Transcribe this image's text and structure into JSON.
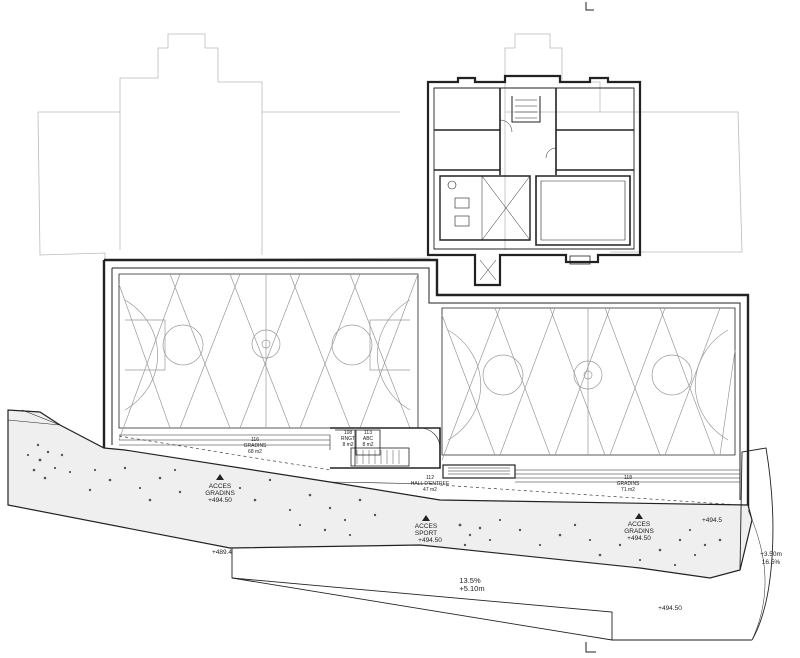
{
  "rooms": {
    "gradins_left": {
      "number": "116",
      "name": "GRADINS",
      "area": "68 m2"
    },
    "rangt": {
      "number": "108",
      "name": "RNGT",
      "area": "8 m2"
    },
    "abc": {
      "number": "113",
      "name": "ABC",
      "area": "8 m2"
    },
    "hall": {
      "number": "112",
      "name": "HALL D'ENTREE",
      "area": "47 m2"
    },
    "gradins_right": {
      "number": "118",
      "name": "GRADINS",
      "area": "71 m2"
    }
  },
  "entrances": {
    "gradins_left": {
      "line1": "ACCES",
      "line2": "GRADINS",
      "level": "+494.50"
    },
    "sport": {
      "line1": "ACCES",
      "line2": "SPORT",
      "level": "+494.50"
    },
    "gradins_right": {
      "line1": "ACCES",
      "line2": "GRADINS",
      "level": "+494.50"
    }
  },
  "levels": {
    "left_low": "+489.4",
    "right_mid": "+494.5",
    "bottom": "+494.50"
  },
  "slopes": {
    "ramp": {
      "percent": "13.5%",
      "height": "+5.10m"
    },
    "side": {
      "height": "+3.50m",
      "percent": "16.5%"
    }
  },
  "colors": {
    "line": "#222222",
    "faint": "#bbbbbb",
    "court": "#999999",
    "hatch": "#555555"
  }
}
